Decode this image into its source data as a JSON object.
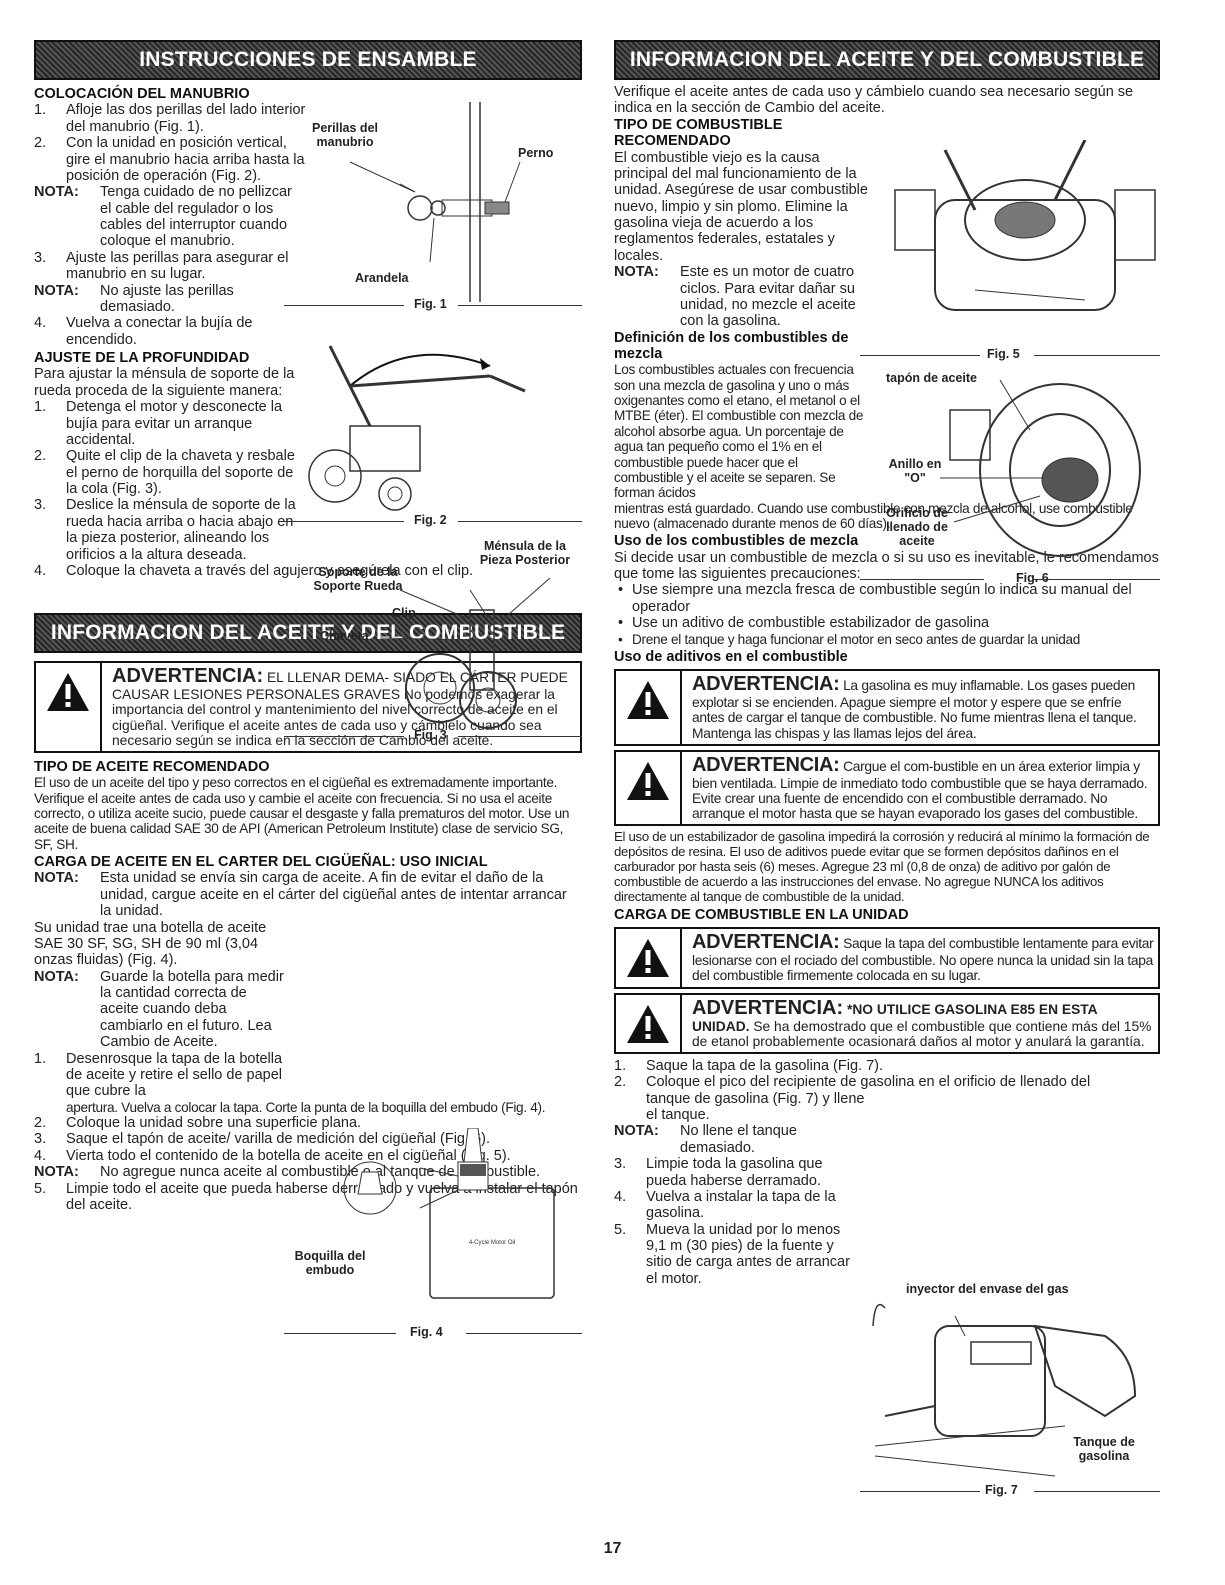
{
  "left": {
    "banner1": "INSTRUCCIONES DE ENSAMBLE",
    "s1_title": "COLOCACIÓN DEL MANUBRIO",
    "s1_i1": "Afloje las dos perillas del lado interior del manubrio (Fig. 1).",
    "s1_i2": "Con la unidad en posición vertical, gire el manubrio hacia arriba hasta la posición de operación (Fig. 2).",
    "nota_label": "NOTA:",
    "s1_n1": "Tenga cuidado de no pellizcar el cable del regulador o los cables del interruptor cuando coloque el manubrio.",
    "s1_i3": "Ajuste las perillas para asegurar el manubrio en su lugar.",
    "s1_n2": "No ajuste las perillas demasiado.",
    "s1_i4": "Vuelva a conectar la bujía de encendido.",
    "s2_title": "AJUSTE DE LA PROFUNDIDAD",
    "s2_intro": "Para ajustar la ménsula de soporte de la rueda proceda de la siguiente manera:",
    "s2_i1": "Detenga el motor y desconecte la bujía para evitar un arranque accidental.",
    "s2_i2": "Quite el clip de la chaveta y resbale el perno de horquilla del soporte de la cola (Fig. 3).",
    "s2_i3": "Deslice la ménsula de soporte de la rueda hacia arriba o hacia abajo en la pieza posterior, alineando los orificios a la altura deseada.",
    "s2_i4": "Coloque la chaveta a través del agujero y asegúrela con el clip.",
    "banner2": "INFORMACION DEL ACEITE Y DEL COMBUSTIBLE",
    "warn1_head": "ADVERTENCIA:",
    "warn1_text": "EL LLENAR DEMA- SIADO EL CÁRTER PUEDE CAUSAR LESIONES PERSONALES GRAVES No podemos exagerar la importancia del control y mantenimiento del nivel correcto de aceite en el cigüeñal. Verifique el aceite antes de cada uso y cámbielo cuando sea necesario según se indica en la sección de Cambio del aceite.",
    "s3_title": "TIPO DE ACEITE RECOMENDADO",
    "s3_text": "El uso de un aceite del tipo y peso correctos en el cigüeñal es extremadamente importante. Verifique el aceite antes de cada uso y cambie el aceite con frecuencia. Si no usa el aceite correcto, o utiliza aceite sucio, puede causar el desgaste y falla prematuros del motor. Use un aceite de buena calidad SAE 30 de API (American Petroleum Institute) clase de servicio SG, SF, SH.",
    "s4_title": "CARGA DE ACEITE EN EL CARTER DEL CIGÜEÑAL: USO INICIAL",
    "s4_n1": "Esta unidad se envía sin carga de aceite. A fin de evitar el daño de la unidad, cargue aceite en el cárter del cigüeñal antes de intentar arrancar la unidad.",
    "s4_p1": "Su unidad trae una botella de aceite SAE 30 SF, SG, SH de 90 ml (3,04 onzas fluidas) (Fig. 4).",
    "s4_n2": "Guarde la botella para medir la cantidad correcta de aceite cuando deba cambiarlo en el futuro. Lea Cambio de Aceite.",
    "s4_i1a": "Desenrosque la tapa de la botella de aceite y retire el sello de papel que cubre la",
    "s4_i1b": "apertura. Vuelva a colocar la tapa. Corte la punta de la boquilla del embudo (Fig. 4).",
    "s4_i2": "Coloque la unidad sobre una superficie plana.",
    "s4_i3": "Saque el tapón de aceite/ varilla de medición del cigüeñal (Fig. 6).",
    "s4_i4": "Vierta todo el contenido de la botella de aceite en el cigüeñal (Fig. 5).",
    "s4_n3": "No agregue nunca aceite al combustible o al tanque de combustible.",
    "s4_i5": "Limpie todo el aceite que pueda haberse derramado y vuelva a instalar el tapón del aceite.",
    "fig1": "Fig. 1",
    "fig2": "Fig. 2",
    "fig3": "Fig. 3",
    "fig4": "Fig. 4",
    "lbl_perillas": "Perillas del manubrio",
    "lbl_perno": "Perno",
    "lbl_arandela": "Arandela",
    "lbl_mensula": "Ménsula de la Pieza Posterior",
    "lbl_soporte": "Soporte de la Soporte Rueda",
    "lbl_clip": "Clip",
    "lbl_chaveta": "Chaveta",
    "lbl_boquilla": "Boquilla del embudo",
    "bottle_text": "4-Cycle Motor Oil"
  },
  "right": {
    "banner": "INFORMACION DEL ACEITE Y DEL COMBUSTIBLE",
    "intro": "Verifique el aceite antes de cada uso y cámbielo cuando sea necesario según se indica en la sección de Cambio del aceite.",
    "r1_title": "TIPO DE COMBUSTIBLE RECOMENDADO",
    "r1_text": "El combustible viejo es la causa principal del mal funcionamiento de la unidad. Asegúrese de usar combustible nuevo, limpio y sin plomo. Elimine la gasolina vieja de acuerdo a los reglamentos federales, estatales y locales.",
    "nota_label": "NOTA:",
    "r1_nota": "Este es un motor de cuatro ciclos. Para evitar dañar su unidad, no mezcle el aceite con la gasolina.",
    "r2_title": "Definición de los combustibles de mezcla",
    "r2_text": "Los combustibles actuales con frecuencia son una mezcla de gasolina y uno o más oxigenantes como el etano, el metanol o el MTBE (éter). El combustible con mezcla de alcohol absorbe agua. Un porcentaje de agua tan pequeño como el 1% en el combustible puede hacer que el combustible y el aceite se separen. Se forman ácidos",
    "r2_text2": "mientras está guardado. Cuando use combustible con mezcla de alcohol, use combustible nuevo (almacenado durante menos de 60 días).",
    "r3_title": "Uso de los combustibles de mezcla",
    "r3_text": "Si decide usar un combustible de mezcla o si su uso es inevitable, le recomendamos que tome las siguientes precauciones:",
    "r3_b1": "Use siempre una mezcla fresca de combustible según lo indica su manual del operador",
    "r3_b2": "Use un aditivo de combustible estabilizador de gasolina",
    "r3_b3": "Drene el tanque y haga funcionar el motor en seco antes de guardar la unidad",
    "r4_title": "Uso de aditivos en el combustible",
    "w_head": "ADVERTENCIA:",
    "w1_text": "La gasolina es muy inflamable. Los gases pueden explotar si se encienden. Apague siempre el motor y espere que se enfríe antes de cargar el tanque de combustible. No fume mientras llena el tanque. Mantenga las chispas y las llamas lejos del área.",
    "w2_text": "Cargue el com-bustible en un área exterior limpia y bien ventilada. Limpie de inmediato todo combustible que se haya derramado. Evite crear una fuente de encendido con el combustible derramado. No arranque el motor hasta que se hayan evaporado los gases del combustible.",
    "r4_text": "El uso de un estabilizador de gasolina impedirá la corrosión y reducirá al mínimo la formación de depósitos de resina. El uso de aditivos puede evitar que se formen depósitos dañinos en el carburador por hasta seis (6) meses. Agregue 23 ml (0,8 de onza) de aditivo por galón de combustible de acuerdo a las instrucciones del envase. No agregue NUNCA los aditivos directamente al tanque de combustible de la unidad.",
    "r5_title": "CARGA DE COMBUSTIBLE EN LA UNIDAD",
    "w3_text": "Saque la tapa del combustible lentamente para evitar lesionarse con el rociado del combustible. No opere nunca la unidad sin la tapa del combustible firmemente colocada en su lugar.",
    "w4_bold": "*NO UTILICE GASOLINA E85 EN ESTA UNIDAD.",
    "w4_text": "Se ha demostrado que el combustible que contiene más del 15% de etanol probablemente ocasionará daños al motor y anulará la garantía.",
    "r5_i1": "Saque la tapa de la gasolina (Fig. 7).",
    "r5_i2a": "Coloque el pico del recipiente de gasolina en el orificio de llenado del",
    "r5_i2b": "tanque de gasolina (Fig. 7) y llene el tanque.",
    "r5_nota": "No llene el tanque demasiado.",
    "r5_i3": "Limpie toda la gasolina que pueda haberse derramado.",
    "r5_i4": "Vuelva a instalar la tapa de la gasolina.",
    "r5_i5": "Mueva la unidad por lo menos 9,1 m (30 pies) de la fuente y sitio de carga antes de arrancar el motor.",
    "fig5": "Fig. 5",
    "fig6": "Fig. 6",
    "fig7": "Fig. 7",
    "lbl_tapon": "tapón de aceite",
    "lbl_anillo": "Anillo en \"O\"",
    "lbl_orificio": "Orificio de llenado de aceite",
    "lbl_inyector": "inyector del envase del gas",
    "lbl_tanque": "Tanque de gasolina"
  },
  "page_number": "17"
}
